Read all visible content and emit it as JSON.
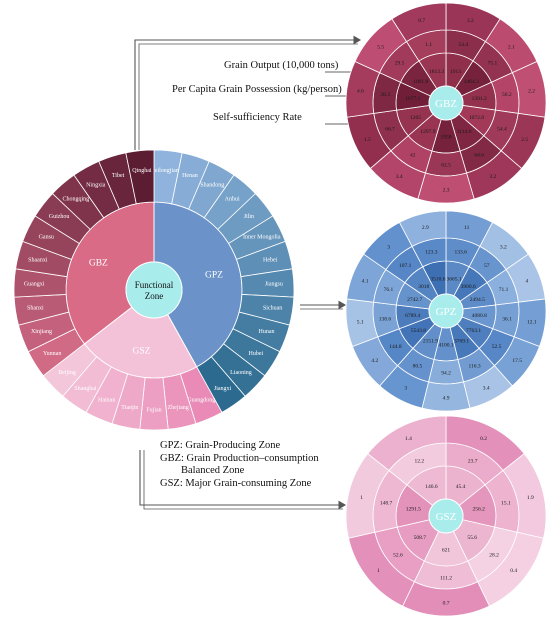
{
  "colors": {
    "gpz": "#6b93c9",
    "gbz": "#d96b86",
    "gsz": "#f3c1d8",
    "center": "#a9ecec"
  },
  "main_chart": {
    "center_label_line1": "Functional",
    "center_label_line2": "Zone",
    "zones": [
      {
        "key": "gpz",
        "label": "GPZ",
        "provinces": [
          "Heilongjiang",
          "Henan",
          "Shandong",
          "Anhui",
          "Jilin",
          "Inner Mongolia",
          "Hebei",
          "Jiangsu",
          "Sichuan",
          "Hunan",
          "Hubei",
          "Liaoning",
          "Jiangxi"
        ]
      },
      {
        "key": "gsz",
        "label": "GSZ",
        "provinces": [
          "Guangdong",
          "Zhejiang",
          "Fujian",
          "Tianjin",
          "Hainan",
          "Shanghai",
          "Beijing"
        ]
      },
      {
        "key": "gbz",
        "label": "GBZ",
        "provinces": [
          "Yunnan",
          "Xinjiang",
          "Shanxi",
          "Guangxi",
          "Shaanxi",
          "Gansu",
          "Guizhou",
          "Chongqing",
          "Ningxia",
          "Tibet",
          "Qinghai"
        ]
      }
    ]
  },
  "annotations": {
    "grain_output": "Grain Output (10,000 tons)",
    "per_capita": "Per Capita Grain Possession (kg/person)",
    "self_sufficiency": "Self-sufficiency Rate"
  },
  "legend": {
    "line1": "GPZ: Grain-Producing Zone",
    "line2": "GBZ: Grain Production–consumption",
    "line3": "        Balanced Zone",
    "line4": "GSZ: Major Grain-consuming Zone"
  },
  "sub_charts": {
    "gbz": {
      "label": "GBZ",
      "inner": [
        "1913",
        "1464.3",
        "1391.2",
        "1072.8",
        "1114.6",
        "1958",
        "1297.9",
        "1265",
        "1077.1",
        "1091.8",
        "1813.3"
      ],
      "middle": [
        "54.4",
        "75.1",
        "50.2",
        "54.4",
        "64.6",
        "62.5",
        "42",
        "66.7",
        "38.3",
        "29.5",
        "1.1"
      ],
      "outer": [
        "3.2",
        "2.1",
        "2.2",
        "2.5",
        "3.2",
        "2.3",
        "3.4",
        "1.5",
        "4.6",
        "5.5",
        "0.7"
      ]
    },
    "gpz": {
      "label": "GPZ",
      "inner": [
        "3665.1",
        "3900.6",
        "2494.5",
        "4080.8",
        "7763.1",
        "3769.1",
        "4100.1",
        "2151.9",
        "5543.8",
        "6789.4",
        "2742.7",
        "3018",
        "3510.6"
      ],
      "middle": [
        "133.6",
        "57",
        "71.1",
        "36.1",
        "52.5",
        "116.3",
        "94.2",
        "80.5",
        "144.8",
        "138.6",
        "76.1",
        "107.1",
        "123.3"
      ],
      "outer": [
        "11",
        "3.2",
        "4",
        "12.1",
        "17.5",
        "3.4",
        "4.9",
        "3",
        "4.2",
        "5.1",
        "4.1",
        "3",
        "2.9"
      ]
    },
    "gsz": {
      "label": "GSZ",
      "inner": [
        "45.4",
        "256.2",
        "55.6",
        "621",
        "508.7",
        "1291.5",
        "146.6"
      ],
      "middle": [
        "23.7",
        "15.1",
        "28.2",
        "111.2",
        "52.6",
        "148.7",
        "12.2"
      ],
      "outer": [
        "0.2",
        "1.9",
        "0.4",
        "0.7",
        "1",
        "1",
        "1.4"
      ]
    }
  }
}
